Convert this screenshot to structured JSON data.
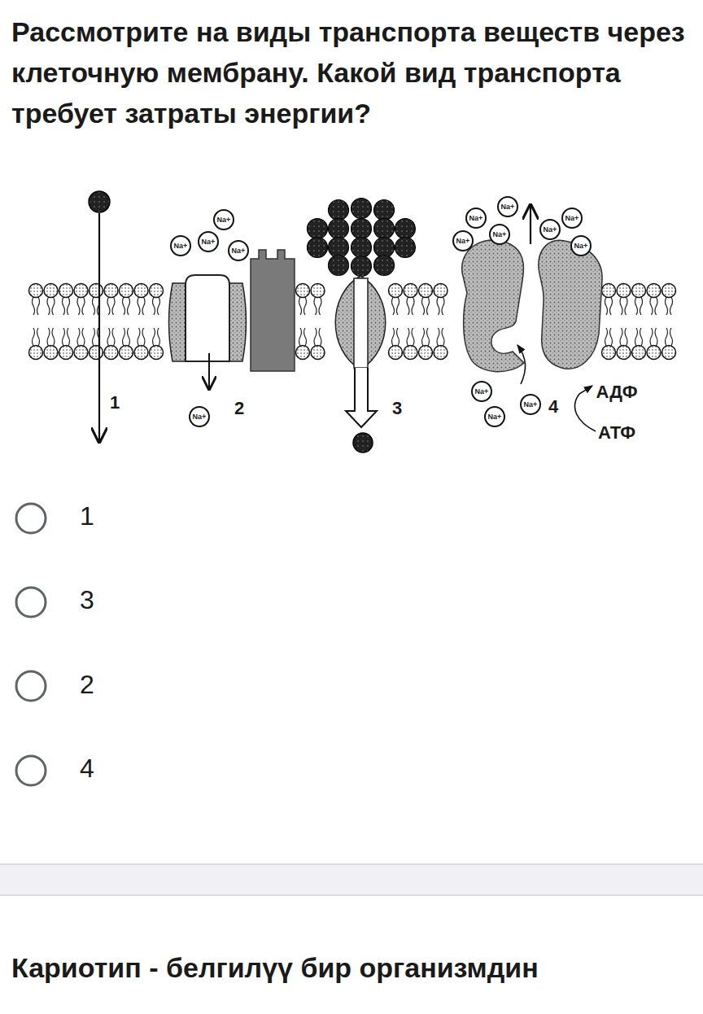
{
  "diagram": {
    "title": "Рассмотрите на виды транспорта веществ через клеточную мембрану. Какой вид транспорта требует затраты энергии?",
    "nodes": [
      {
        "text": [
          "Na+"
        ]
      },
      {
        "text": [
          "Na+"
        ]
      },
      {
        "text": [
          "Na+"
        ]
      },
      {
        "text": [
          "Na+"
        ]
      },
      {
        "text": [
          "Na+"
        ]
      },
      {
        "text": [
          "Na+"
        ]
      },
      {
        "text": [
          "Na+"
        ]
      },
      {
        "text": [
          "Na+"
        ]
      },
      {
        "text": [
          "Na+"
        ]
      },
      {
        "text": [
          "Na+"
        ]
      },
      {
        "text": [
          "Na+"
        ]
      },
      {
        "text": [
          "Na+"
        ]
      },
      {
        "text": [
          "Na+"
        ]
      },
      {
        "text": [
          "Na+"
        ]
      },
      {
        "text": [
          "Na+"
        ]
      }
    ],
    "labels": [
      "1",
      "2",
      "3",
      "4",
      "АДФ",
      "АТФ",
      "1",
      "3",
      "2",
      "4",
      "Кариотип - белгилүү бир организмдин"
    ]
  }
}
